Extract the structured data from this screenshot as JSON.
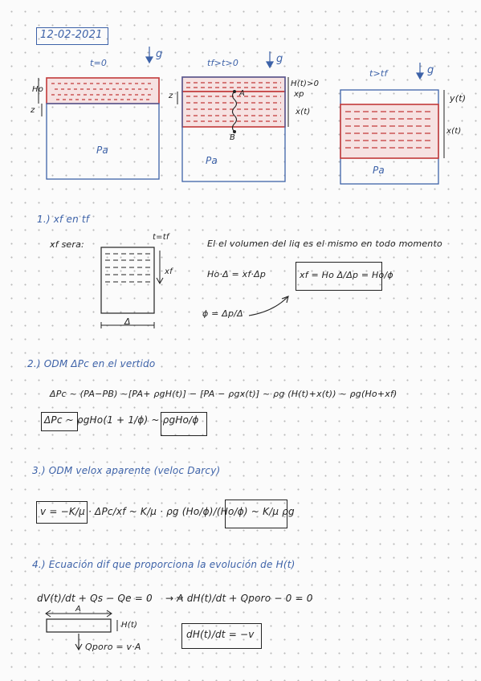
{
  "date": "12-02-2021",
  "diagram": {
    "t0": "t=0",
    "t_mid": "tf>t>0",
    "t_end": "t>tf",
    "g": "g",
    "H0": "Ho",
    "z": "z",
    "Ht": "H(t)>0",
    "xp": "xp",
    "xt": "x(t)",
    "yt": "y(t)",
    "pa": "Pa",
    "A": "A",
    "B": "B"
  },
  "section1": {
    "title": "1.) xf en tf",
    "xf_sera": "xf sera:",
    "t_eq_tf": "t=tf",
    "xf": "xf",
    "delta": "Δ",
    "sentence": "El el volumen del liq es el mismo en todo momento",
    "eq1": "Ho·Δ = xf·Δp",
    "eq2": "xf = Ho Δ/Δp = Ho/ϕ",
    "eq3": "ϕ = Δp/Δ"
  },
  "section2": {
    "title": "2.) ODM   ΔPc en el vertido",
    "eq1": "ΔPc ~ (PA−PB) ~[PA+ ρgH(t)] − [PA − ρgx(t)] ~ ρg (H(t)+x(t)) ~ ρg(Ho+xf)",
    "eq2": "ΔPc ~ ρgHo(1 + 1/ϕ) ~ ρgHo/ϕ"
  },
  "section3": {
    "title": "3.) ODM velox aparente (veloc Darcy)",
    "eq1": "v = −K/μ · ΔPc/xf ~ K/μ · ρg (Ho/ϕ)/(Ho/ϕ) ~ K/μ ρg"
  },
  "section4": {
    "title": "4.) Ecuación dif que proporciona la evolución de H(t)",
    "eq1": "dV(t)/dt + Qs − Qe = 0",
    "eq2": "→ A dH(t)/dt + Qporo − 0 = 0",
    "ht": "H(t)",
    "a_label": "A",
    "qporo": "Qporo = v·A",
    "eq3": "dH(t)/dt = −v"
  }
}
